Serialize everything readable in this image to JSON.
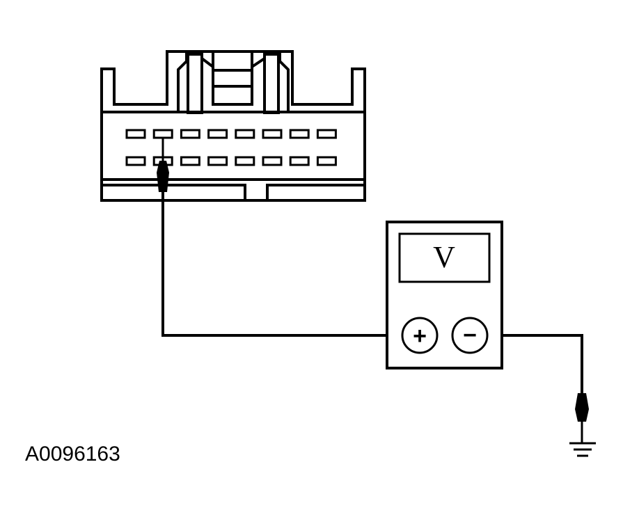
{
  "figure": {
    "reference_id": "A0096163",
    "meter_display": "V",
    "positive_terminal": "+",
    "negative_terminal": "−"
  },
  "connector": {
    "rows": 2,
    "pins_per_row": 8
  },
  "colors": {
    "line": "#000000",
    "background": "#ffffff"
  }
}
